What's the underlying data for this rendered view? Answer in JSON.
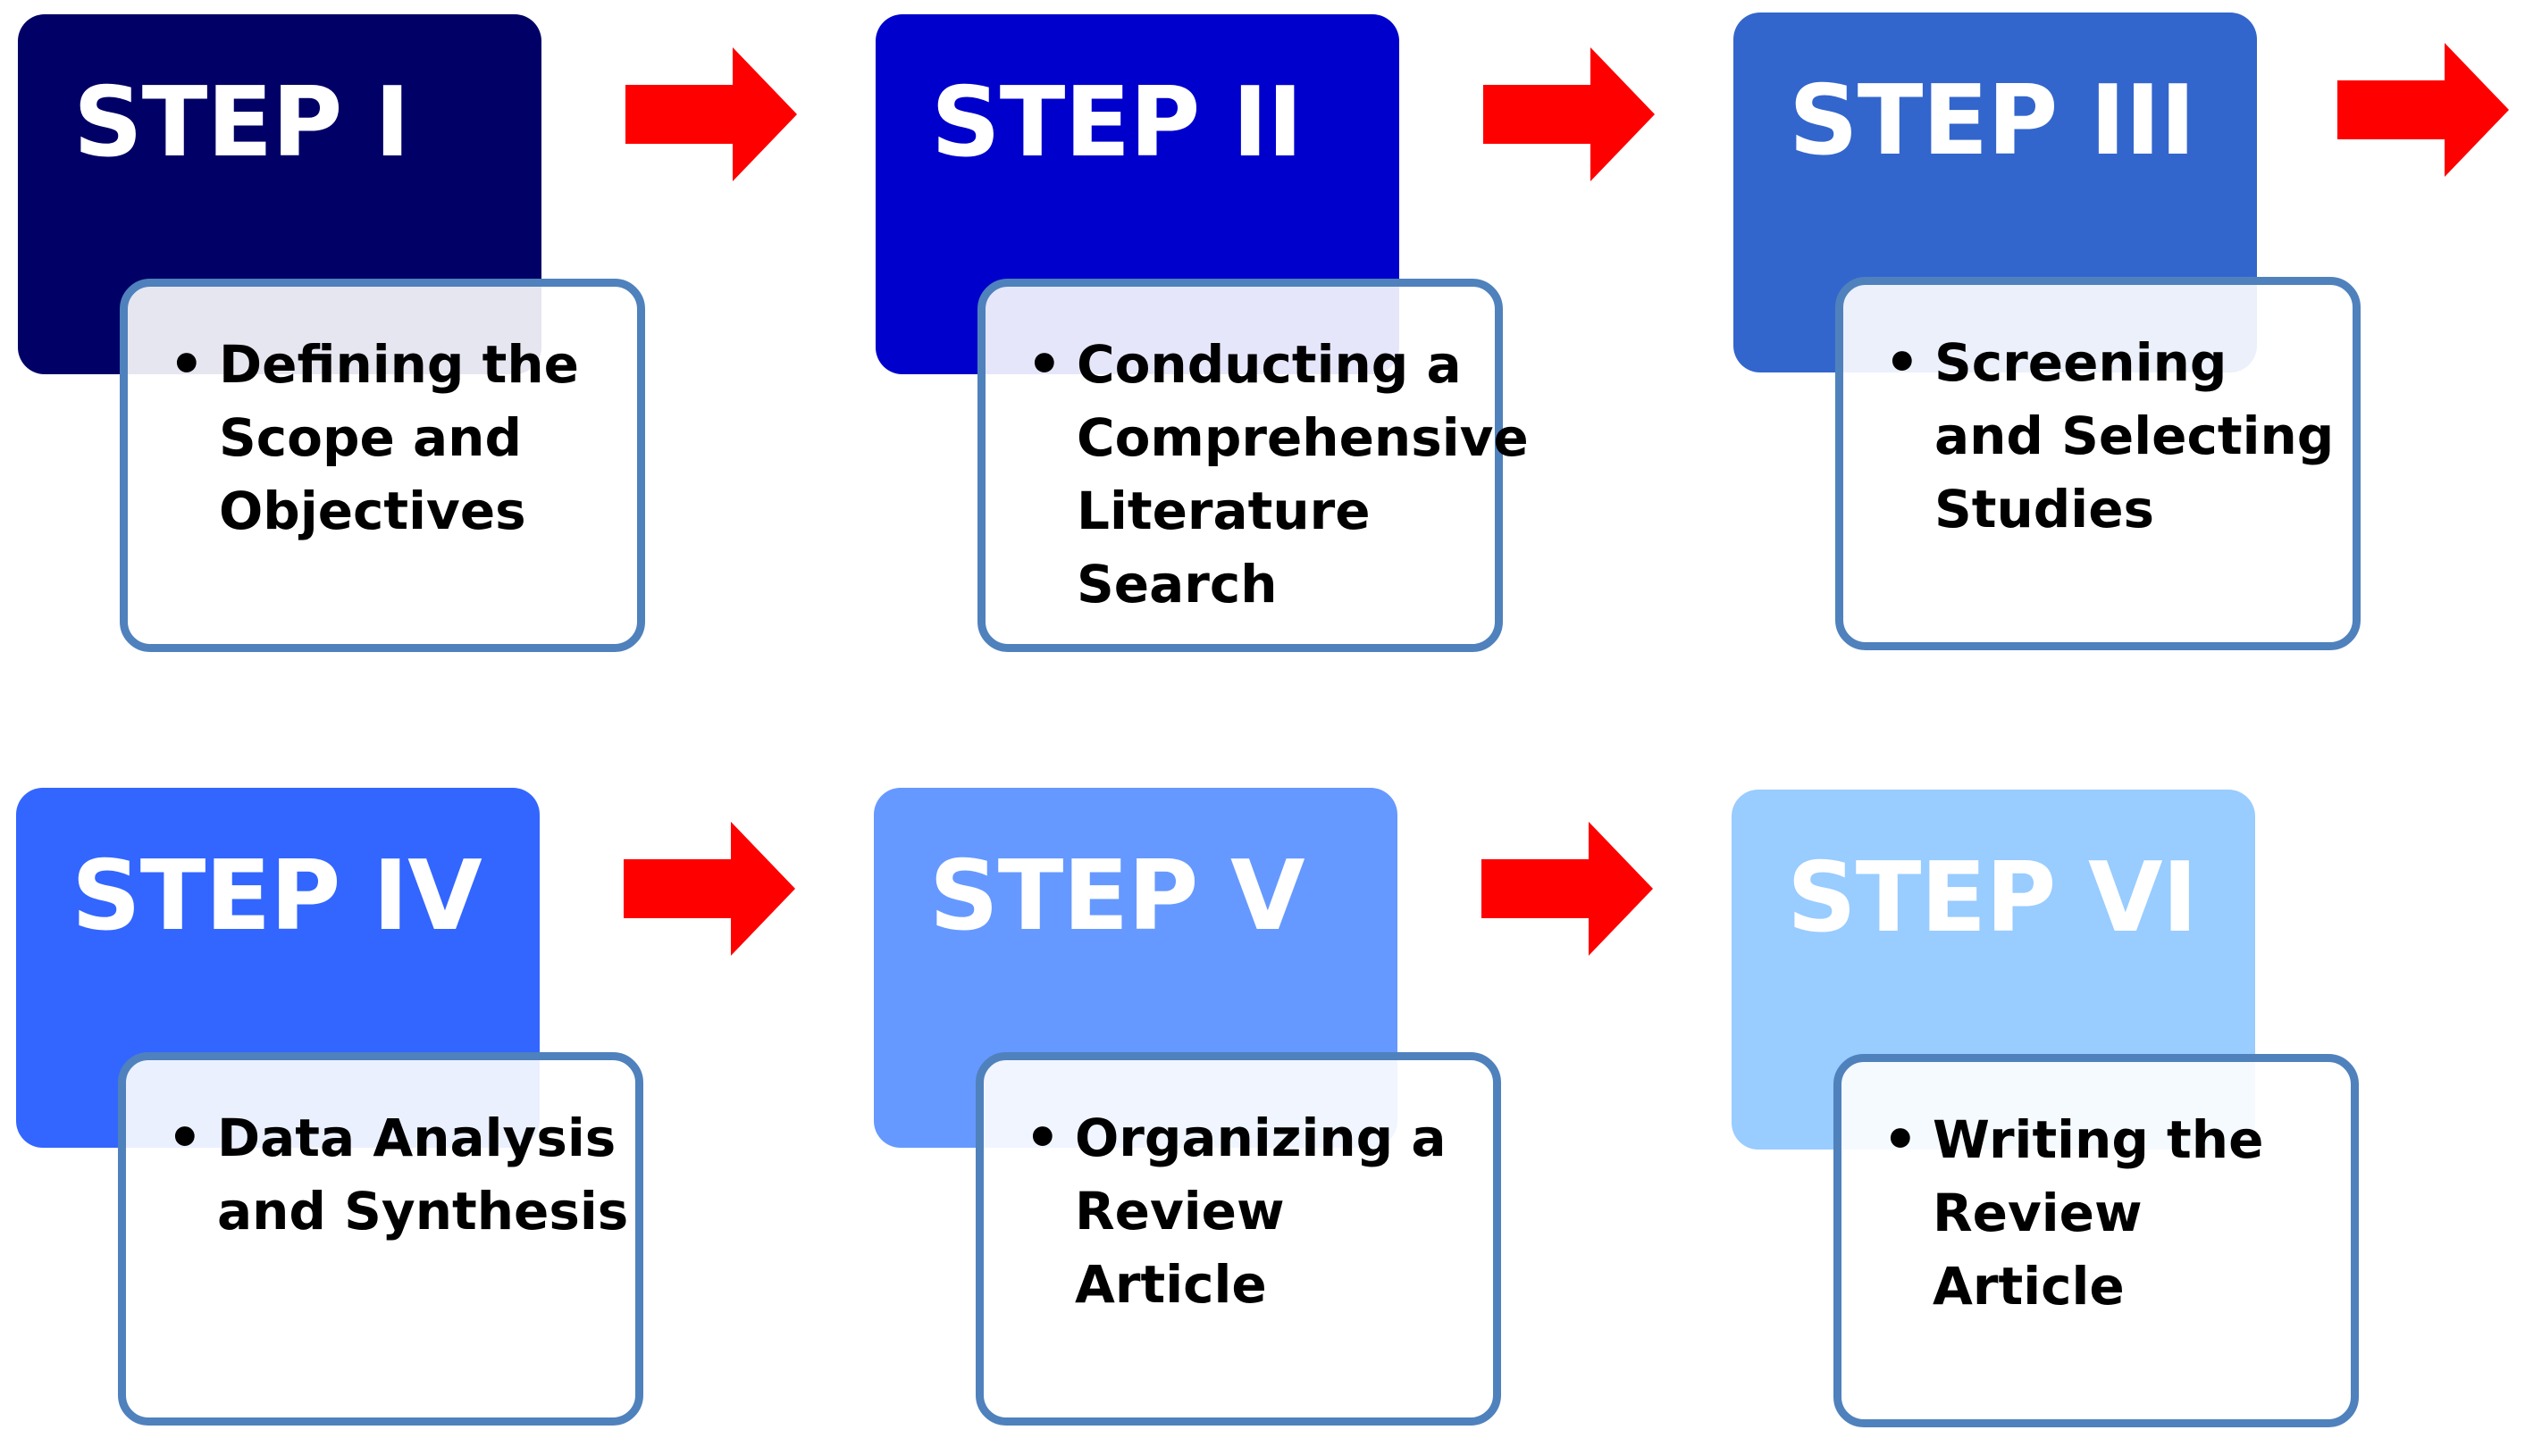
{
  "colors": {
    "arrow": "#ff0000",
    "card_border": "#4f81bd",
    "step_1": "#000066",
    "step_2": "#0000cc",
    "step_3": "#3366cc",
    "step_4": "#3366ff",
    "step_5": "#6699ff",
    "step_6": "#99ccff"
  },
  "icons": {
    "arrow": "right-arrow-icon",
    "bullet": "bullet-icon"
  },
  "steps": [
    {
      "title": "STEP I",
      "description": "Defining the Scope and Objectives",
      "bullet": "•"
    },
    {
      "title": "STEP II",
      "description": "Conducting a Comprehensive Literature Search",
      "bullet": "•"
    },
    {
      "title": "STEP III",
      "description": "Screening and Selecting Studies",
      "bullet": "•"
    },
    {
      "title": "STEP IV",
      "description": "Data Analysis and Synthesis",
      "bullet": "•"
    },
    {
      "title": "STEP V",
      "description": "Organizing a Review Article",
      "bullet": "•"
    },
    {
      "title": "STEP VI",
      "description": "Writing the Review Article",
      "bullet": "•"
    }
  ]
}
